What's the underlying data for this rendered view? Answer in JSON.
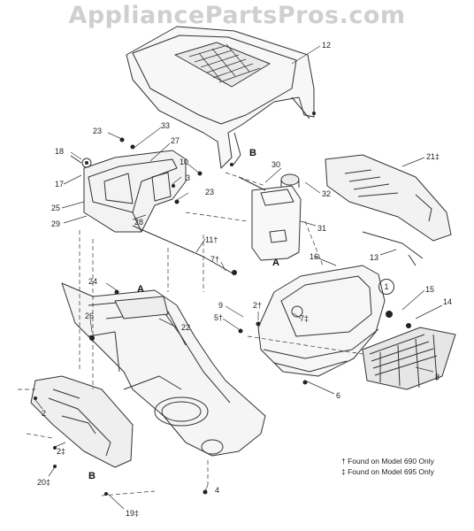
{
  "watermark": "AppliancePartsPros.com",
  "callouts": [
    "12",
    "33",
    "23",
    "27",
    "18",
    "17",
    "25",
    "29",
    "10",
    "3",
    "23",
    "28",
    "30",
    "32",
    "B",
    "21‡",
    "31",
    "11†",
    "A",
    "16",
    "13",
    "7†",
    "24",
    "A",
    "9",
    "2†",
    "7‡",
    "5†",
    "15",
    "1",
    "14",
    "26",
    "22",
    "6",
    "8",
    "2",
    "2‡",
    "20‡",
    "B",
    "4",
    "19‡"
  ],
  "footnotes": {
    "dagger": "† Found on Model 690 Only",
    "ddagger": "‡ Found on Model 695 Only"
  },
  "colors": {
    "line": "#333333",
    "watermark": "#cfcfcf",
    "background": "#ffffff"
  }
}
